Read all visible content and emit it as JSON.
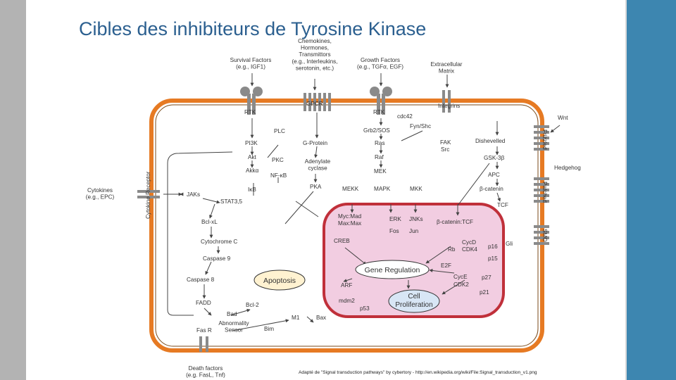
{
  "title": "Cibles des inhibiteurs de Tyrosine Kinase",
  "credit": "Adapté de \"Signal transduction pathways\" by cybertory - http://en.wikipedia.org/wiki/File:Signal_transduction_v1.png",
  "colors": {
    "membrane": "#e67a23",
    "nucleus_fill": "#f2cde1",
    "nucleus_border": "#c0303a",
    "accent": "#3d86b0",
    "title": "#2b5f8f"
  },
  "diagram": {
    "extracellular": {
      "chemokines": [
        "Chemokines,",
        "Hormones,",
        "Transmittors",
        "(e.g., Interleukins,",
        "serotonin, etc.)"
      ],
      "survival": [
        "Survival Factors",
        "(e.g., IGF1)"
      ],
      "growth": [
        "Growth Factors",
        "(e.g., TGFα, EGF)"
      ],
      "matrix": [
        "Extracellular",
        "Matrix"
      ],
      "cytokines": [
        "Cytokines",
        "(e.g., EPC)"
      ],
      "death": [
        "Death factors",
        "(e.g. FasL, Tnf)"
      ],
      "wnt": "Wnt",
      "hedgehog": "Hedgehog"
    },
    "receptors": {
      "rtk1": "RTK",
      "gpcr": "GPCR",
      "rtk2": "RTK",
      "integrins": "Integrins",
      "frizzled": "Frizzled",
      "patched": "Patched",
      "smo": "SMO",
      "cytokine_receptor": "Cytokine Receptor",
      "fasr": "Fas R"
    },
    "cytoplasm": {
      "cdc42": "cdc42",
      "fyn_shc": "Fyn/Shc",
      "plc": "PLC",
      "grb2_sos": "Grb2/SOS",
      "pi3k": "PI3K",
      "g_protein": "G-Protein",
      "ras": "Ras",
      "fak": "FAK",
      "src": "Src",
      "dishevelled": "Dishevelled",
      "akt": "Akt",
      "pkc": "PKC",
      "adenylate": [
        "Adenylate",
        "cyclase"
      ],
      "raf": "Raf",
      "gsk": "GSK-3β",
      "akkα": "Akkα",
      "nfkb": "NF-κB",
      "mek": "MEK",
      "apc": "APC",
      "jaks": "JAKs",
      "ikb": "IκB",
      "pka": "PKA",
      "mekk": "MEKK",
      "mapk": "MAPK",
      "mkk": "MKK",
      "bcatenin": "β-catenin",
      "stat": "STAT3,5",
      "tcf": "TCF",
      "bclxl": "Bcl-xL",
      "cytochrome": "Cytochrome C",
      "caspase9": "Caspase 9",
      "caspase8": "Caspase 8",
      "apoptosis": "Apoptosis",
      "fadd": "FADD",
      "bcl2": "Bcl-2",
      "bad": "Bad",
      "abnormality": [
        "Abnormality",
        "Sensor"
      ],
      "bim": "Bim",
      "m1": "M1",
      "bax": "Bax"
    },
    "nucleus": {
      "myc_mad": "Myc:Mad",
      "max_max": "Max:Max",
      "erk": "ERK",
      "jnks": "JNKs",
      "fos": "Fos",
      "jun": "Jun",
      "bcat_tcf": "β-catenin:TCF",
      "creb": "CREB",
      "gli": "Gli",
      "cycd": "CycD",
      "rb": "Rb",
      "cdk4": "CDK4",
      "p16": "p16",
      "p15": "p15",
      "gene_regulation": "Gene Regulation",
      "e2f": "E2F",
      "cyce": "CycE",
      "cdk2": "CDK2",
      "p27": "p27",
      "p21": "p21",
      "arf": "ARF",
      "mdm2": "mdm2",
      "p53": "p53",
      "cell_prolif": [
        "Cell",
        "Proliferation"
      ]
    }
  }
}
